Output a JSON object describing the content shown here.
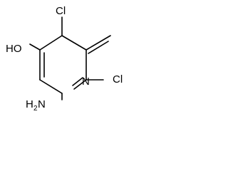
{
  "structure": {
    "atoms": {
      "cl_top": "Cl",
      "hydroxyl": "HO",
      "cl_right": "Cl",
      "ring_nitrogen": "N",
      "amino_h": "H",
      "amino_sub": "2",
      "amino_n": "N"
    }
  }
}
